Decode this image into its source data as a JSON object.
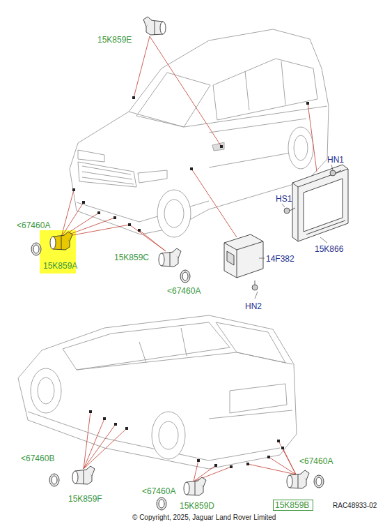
{
  "diagram": {
    "nodes": [
      {
        "text": [
          "15K859B"
        ]
      }
    ],
    "labels": [
      "15K859E",
      "<67460A",
      "15K859A",
      "15K859C",
      "<67460A",
      "14F382",
      "HN2",
      "HN1",
      "HS1",
      "15K866",
      "<67460B",
      "15K859F",
      "<67460A",
      "15K859D",
      "<67460A",
      "© Copyright, 2025, Jaguar Land Rover Limited",
      "RAC48933-02"
    ]
  }
}
